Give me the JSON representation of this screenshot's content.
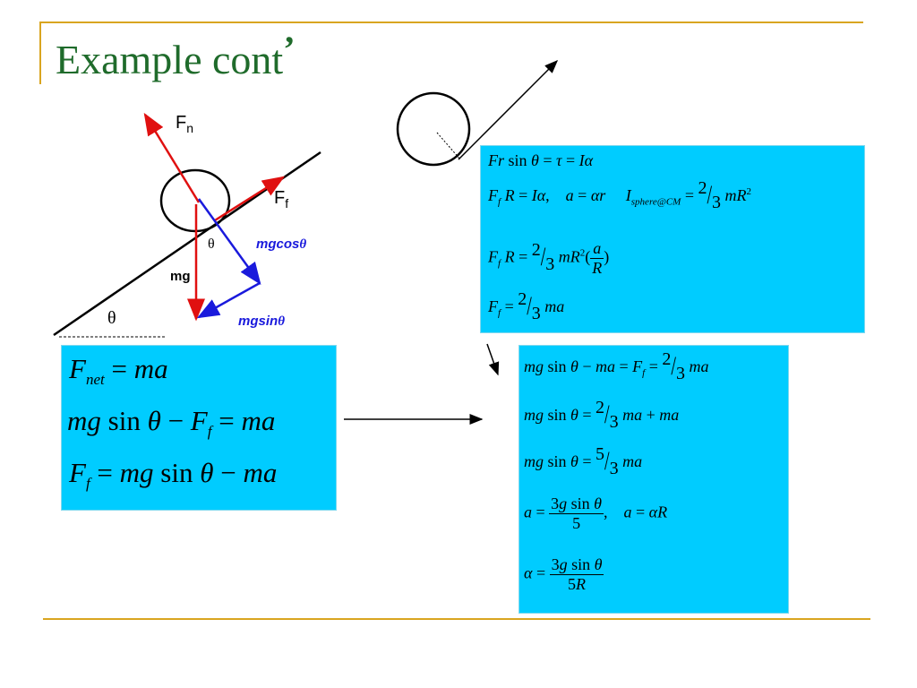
{
  "slide": {
    "title": "Example cont",
    "title_mark": "’"
  },
  "diagram": {
    "fn_label": "F",
    "fn_sub": "n",
    "ff_label": "F",
    "ff_sub": "f",
    "mgcos_label": "mgcos",
    "mgsin_label": "mgsin",
    "theta_symbol": "θ",
    "mg_label": "mg",
    "angle_label": "θ"
  },
  "left_box": {
    "line1": "F_net = ma",
    "line2": "mg sin θ − F_f = ma",
    "line3": "F_f = mg sin θ − ma"
  },
  "top_box": {
    "line1": "Fr sin θ = τ = Iα",
    "line2": "F_f R = Iα,  a = αr  I_sphere@CM = 2/3 mR²",
    "line3": "F_f R = 2/3 mR²(a/R)",
    "line4": "F_f = 2/3 ma"
  },
  "bottom_box": {
    "line1": "mg sin θ − ma = F_f = 2/3 ma",
    "line2": "mg sin θ = 2/3 ma + ma",
    "line3": "mg sin θ = 5/3 ma",
    "line4": "a = 3g sin θ / 5,  a = αR",
    "line5": "α = 3g sin θ / 5R"
  },
  "colors": {
    "title": "#1f6b2b",
    "rule": "#d9a520",
    "box": "#00ccff",
    "red_vector": "#e01010",
    "blue_vector": "#1a1adc"
  }
}
